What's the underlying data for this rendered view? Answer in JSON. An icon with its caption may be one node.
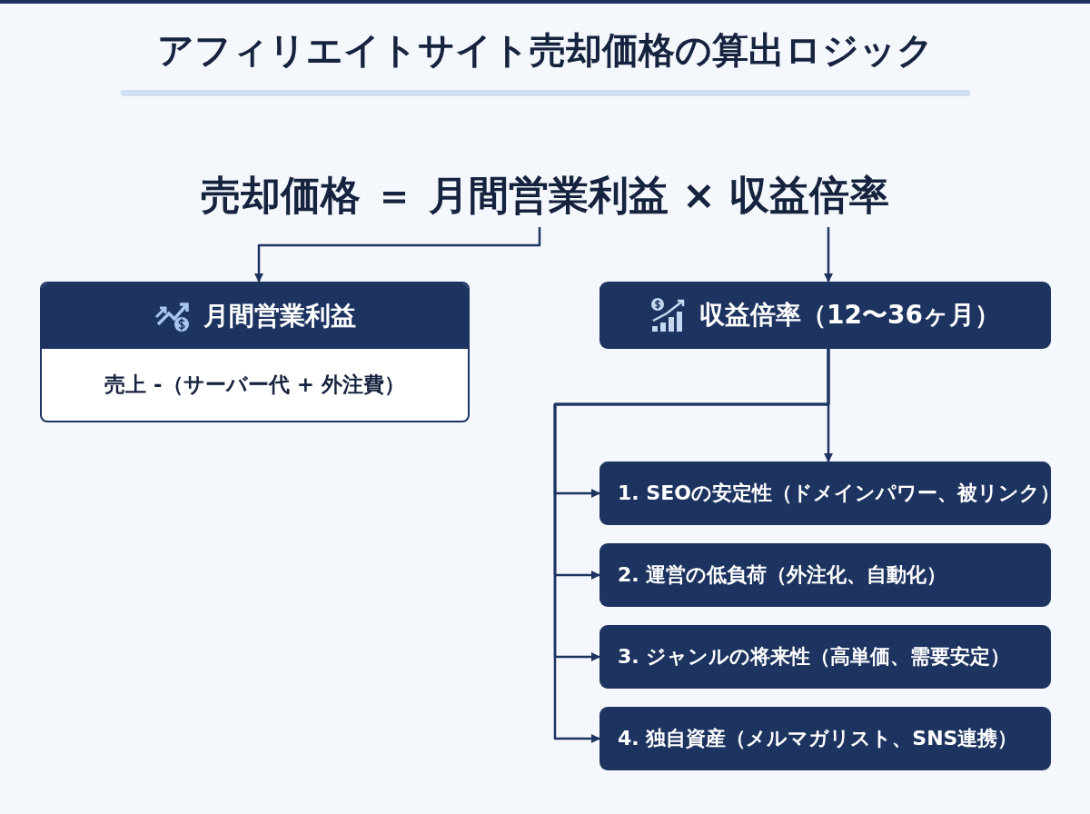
{
  "diagram": {
    "title": "アフィリエイトサイト売却価格の算出ロジック",
    "nodes": [
      {
        "text": [
          "売却価格 ＝ 月間営業利益 × 収益倍率"
        ]
      },
      {
        "text": [
          "月間営業利益",
          "売上 -（サーバー代 + 外注費）"
        ]
      },
      {
        "text": [
          "収益倍率（12〜36ヶ月）"
        ]
      },
      {
        "text": [
          "1. SEOの安定性（ドメインパワー、被リンク）"
        ]
      },
      {
        "text": [
          "2. 運営の低負荷（外注化、自動化）"
        ]
      },
      {
        "text": [
          "3. ジャンルの将来性（高単価、需要安定）"
        ]
      },
      {
        "text": [
          "4. 独自資産（メルマガリスト、SNS連携）"
        ]
      }
    ],
    "edges": [
      {
        "from": 0,
        "to": 1,
        "arrow": "to"
      },
      {
        "from": 0,
        "to": 2,
        "arrow": "to"
      },
      {
        "from": 2,
        "to": 3,
        "arrow": "to"
      },
      {
        "from": 2,
        "to": 3,
        "arrow": "to"
      },
      {
        "from": 2,
        "to": 4,
        "arrow": "to"
      },
      {
        "from": 2,
        "to": 5,
        "arrow": "to"
      },
      {
        "from": 2,
        "to": 6,
        "arrow": "to"
      }
    ]
  }
}
